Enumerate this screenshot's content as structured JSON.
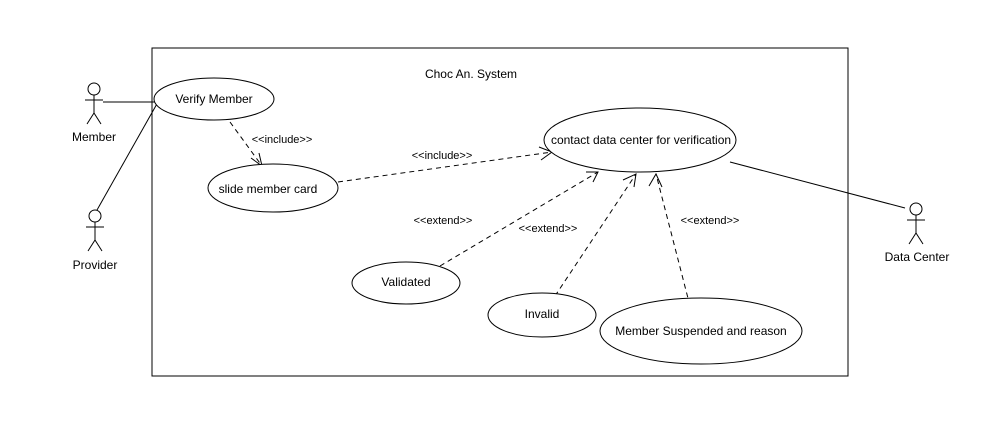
{
  "system": {
    "title": "Choc An. System"
  },
  "actors": {
    "member": "Member",
    "provider": "Provider",
    "data_center": "Data Center"
  },
  "use_cases": {
    "verify_member": "Verify Member",
    "slide_member_card": "slide member card",
    "contact_data_center": "contact data center for verification",
    "validated": "Validated",
    "invalid": "Invalid",
    "member_suspended": "Member Suspended and reason"
  },
  "relations": {
    "include_1": "<<include>>",
    "include_2": "<<include>>",
    "extend_1": "<<extend>>",
    "extend_2": "<<extend>>",
    "extend_3": "<<extend>>"
  },
  "colors": {
    "stroke": "#000000",
    "background": "#ffffff"
  }
}
